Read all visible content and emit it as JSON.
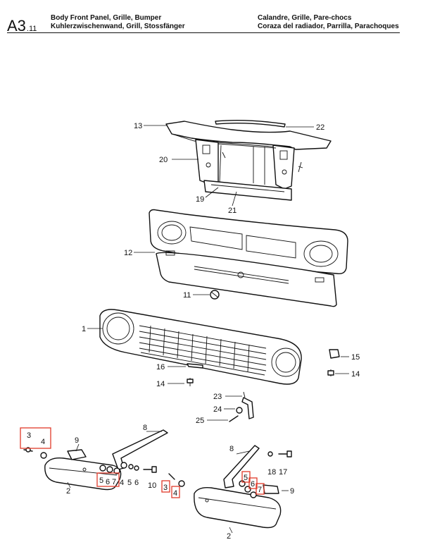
{
  "header": {
    "code": "A3",
    "code_sub": ".11",
    "left_line1": "Body Front Panel, Grille, Bumper",
    "left_line2": "Kuhlerzwischenwand, Grill, Stossfänger",
    "right_line1": "Calandre, Grille, Pare-chocs",
    "right_line2": "Coraza del radiador, Parrilla, Parachoques"
  },
  "labels": {
    "p1": "1",
    "p2a": "2",
    "p2b": "2",
    "p3a": "3",
    "p3b": "3",
    "p4a": "4",
    "p4b": "4",
    "p4c": "4",
    "p5a": "5",
    "p5b": "5",
    "p5c": "5",
    "p6a": "6",
    "p6b": "6",
    "p6c": "6",
    "p7a": "7",
    "p7b": "7",
    "p8a": "8",
    "p8b": "8",
    "p9a": "9",
    "p9b": "9",
    "p10": "10",
    "p11": "11",
    "p12": "12",
    "p13": "13",
    "p14a": "14",
    "p14b": "14",
    "p15": "15",
    "p16": "16",
    "p17": "17",
    "p18": "18",
    "p19": "19",
    "p20": "20",
    "p21": "21",
    "p22": "22",
    "p23": "23",
    "p24": "24",
    "p25": "25"
  },
  "colors": {
    "highlight": "#e03a2a",
    "ink": "#111111"
  }
}
